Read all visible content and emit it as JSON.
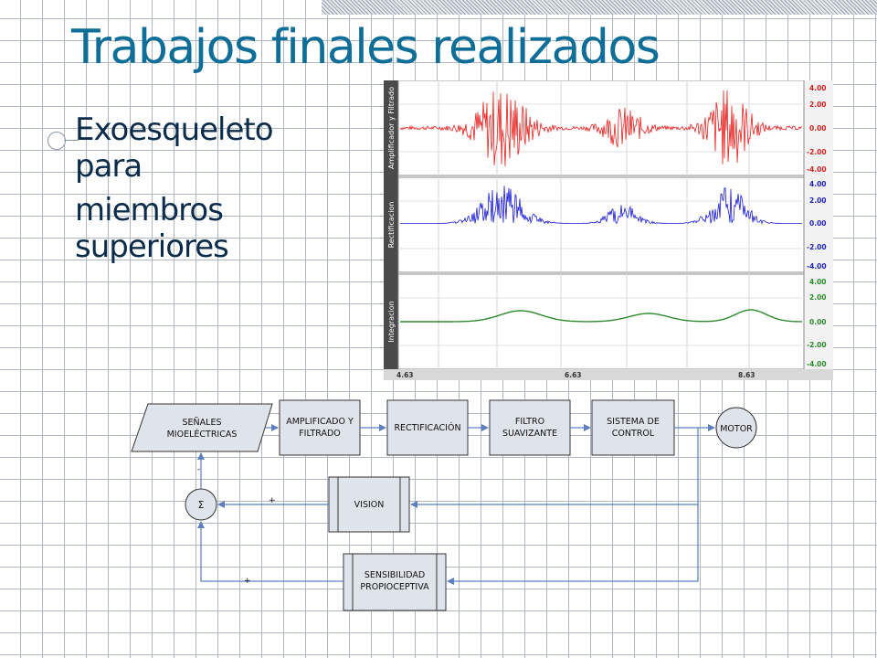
{
  "slide": {
    "title": "Trabajos finales realizados",
    "bullet_lines": [
      "Exoesqueleto",
      "para",
      "miembros",
      "superiores"
    ]
  },
  "emg_figure": {
    "panels": [
      {
        "label": "Amplificador y Filtrado",
        "color": "#e8201e",
        "ticks": [
          "4.00",
          "2.00",
          "0.00",
          "-2.00",
          "-4.00"
        ]
      },
      {
        "label": "Rectificacion",
        "color": "#1a1ad8",
        "ticks": [
          "4.00",
          "2.00",
          "0.00",
          "-2.00",
          "-4.00"
        ]
      },
      {
        "label": "Integracion",
        "color": "#2e8a2e",
        "ticks": [
          "4.00",
          "2.00",
          "0.00",
          "-2.00",
          "-4.00"
        ]
      }
    ],
    "x_ticks": [
      "4.63",
      "6.63",
      "8.63"
    ]
  },
  "block_diagram": {
    "blocks": {
      "senales_l1": "SEÑALES",
      "senales_l2": "MIOELÉCTRICAS",
      "amp_l1": "AMPLIFICADO Y",
      "amp_l2": "FILTRADO",
      "rect": "RECTIFICACIÓN",
      "filtro_l1": "FILTRO",
      "filtro_l2": "SUAVIZANTE",
      "sistema_l1": "SISTEMA DE",
      "sistema_l2": "CONTROL",
      "motor": "MOTOR",
      "vision": "VISION",
      "sens_l1": "SENSIBILIDAD",
      "sens_l2": "PROPIOCEPTIVA",
      "sum": "Σ"
    },
    "signs": {
      "minus": "-",
      "plus_vision": "+",
      "plus_sens": "+"
    }
  },
  "colors": {
    "title": "#0e6e98",
    "body_text": "#0c2c4c",
    "diagram_line": "#5b7fbf",
    "block_fill": "#dfe3ea"
  }
}
